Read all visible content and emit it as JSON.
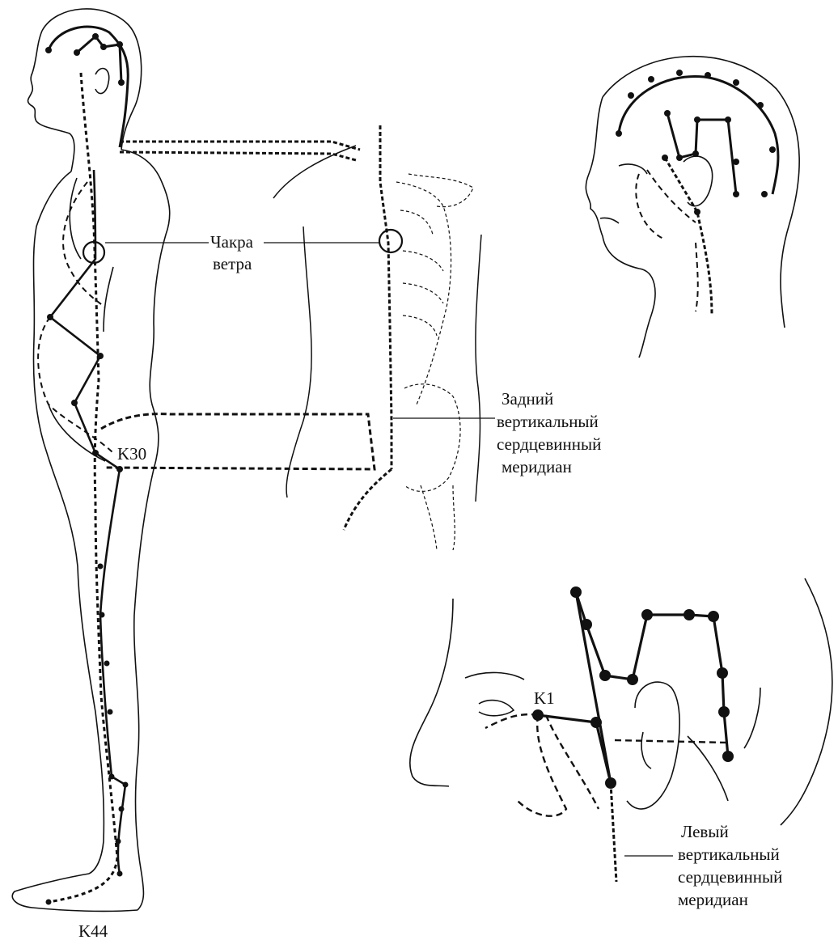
{
  "labels": {
    "wind_chakra_line1": "Чакра",
    "wind_chakra_line2": "ветра",
    "k30": "K30",
    "k44": "K44",
    "k1": "K1",
    "posterior_meridian_line1": "Задний",
    "posterior_meridian_line2": "вертикальный",
    "posterior_meridian_line3": "сердцевинный",
    "posterior_meridian_line4": "меридиан",
    "left_meridian_line1": "Левый",
    "left_meridian_line2": "вертикальный",
    "left_meridian_line3": "сердцевинный",
    "left_meridian_line4": "меридиан"
  },
  "colors": {
    "ink": "#111111",
    "background": "#ffffff"
  }
}
